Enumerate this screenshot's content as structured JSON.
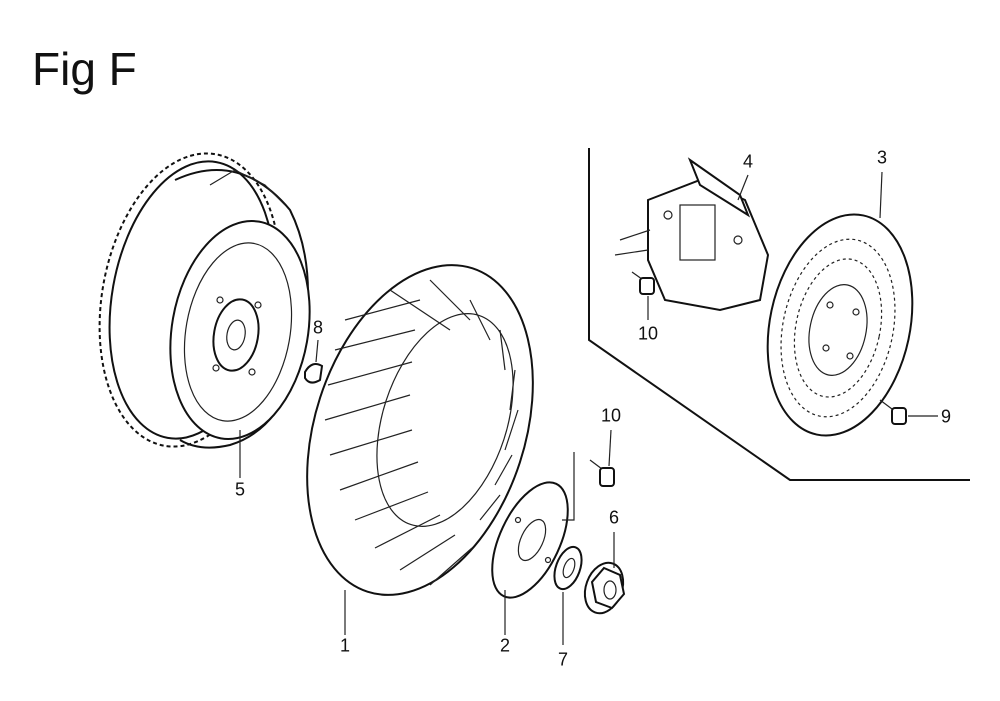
{
  "title": "Fig F",
  "callouts": {
    "c1": "1",
    "c2": "2",
    "c3": "3",
    "c4": "4",
    "c5": "5",
    "c6": "6",
    "c7": "7",
    "c8": "8",
    "c9": "9",
    "c10a": "10",
    "c10b": "10"
  }
}
